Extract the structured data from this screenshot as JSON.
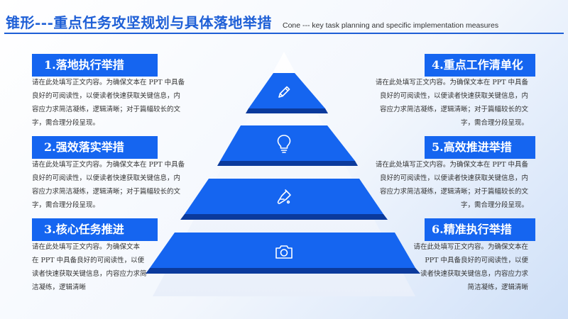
{
  "header": {
    "title": "锥形---重点任务攻坚规划与具体落地举措",
    "subtitle": "Cone --- key task planning and specific implementation measures"
  },
  "colors": {
    "accent": "#1565f0",
    "accent_dark": "#0b3a9c",
    "text": "#333333"
  },
  "icons": [
    "pencil-icon",
    "lightbulb-icon",
    "flask-icon",
    "camera-icon"
  ],
  "sections": [
    {
      "title": "1.落地执行举措",
      "body": [
        "请在此处填写正文内容。为确保文本在 PPT 中具备",
        "良好的可阅读性，以便读者快速获取关键信息，内",
        "容应力求简洁凝练，逻辑清晰；对于篇幅较长的文",
        "字，需合理分段呈现。"
      ]
    },
    {
      "title": "2.强效落实举措",
      "body": [
        "请在此处填写正文内容。为确保文本在 PPT 中具备",
        "良好的可阅读性，以便读者快速获取关键信息，内",
        "容应力求简洁凝练，逻辑清晰；对于篇幅较长的文",
        "字，需合理分段呈现。"
      ]
    },
    {
      "title": "3.核心任务推进",
      "body": [
        "请在此处填写正文内容。为确保文本",
        "在 PPT 中具备良好的可阅读性，以便",
        "读者快速获取关键信息，内容应力求简",
        "洁凝练，逻辑清晰"
      ]
    },
    {
      "title": "4.重点工作清单化",
      "body": [
        "请在此处填写正文内容。为确保文本在 PPT 中具备",
        "良好的可阅读性，以便读者快速获取关键信息，内",
        "容应力求简洁凝练，逻辑清晰；对于篇幅较长的文",
        "字，需合理分段呈现。"
      ]
    },
    {
      "title": "5.高效推进举措",
      "body": [
        "请在此处填写正文内容。为确保文本在 PPT 中具备",
        "良好的可阅读性，以便读者快速获取关键信息，内",
        "容应力求简洁凝练，逻辑清晰；对于篇幅较长的文",
        "字，需合理分段呈现。"
      ]
    },
    {
      "title": "6.精准执行举措",
      "body": [
        "请在此处填写正文内容。为确保文本在",
        "PPT 中具备良好的可阅读性，以便",
        "读者快速获取关键信息，内容应力求",
        "简洁凝练，逻辑清晰"
      ]
    }
  ]
}
